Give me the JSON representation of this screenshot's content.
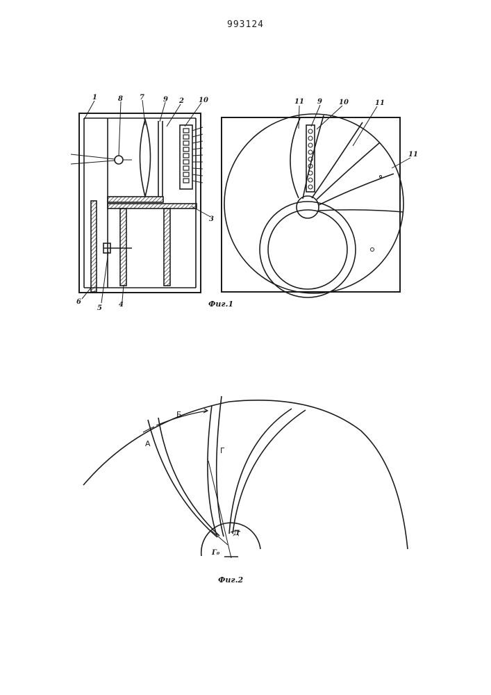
{
  "page": {
    "number": "993124"
  },
  "fig1": {
    "caption": "Фиг.1",
    "labels": {
      "l1": "1",
      "l8": "8",
      "l7": "7",
      "l9": "9",
      "l2": "2",
      "l10": "10",
      "l3": "3",
      "l6": "6",
      "l5": "5",
      "l4": "4",
      "r11a": "11",
      "r9": "9",
      "r10": "10",
      "r11b": "11",
      "r11c": "11"
    }
  },
  "fig2": {
    "caption": "Фиг.2",
    "labels": {
      "A": "A",
      "B": "Б",
      "G": "Г",
      "G0": "Г₀",
      "D": "Д"
    }
  }
}
